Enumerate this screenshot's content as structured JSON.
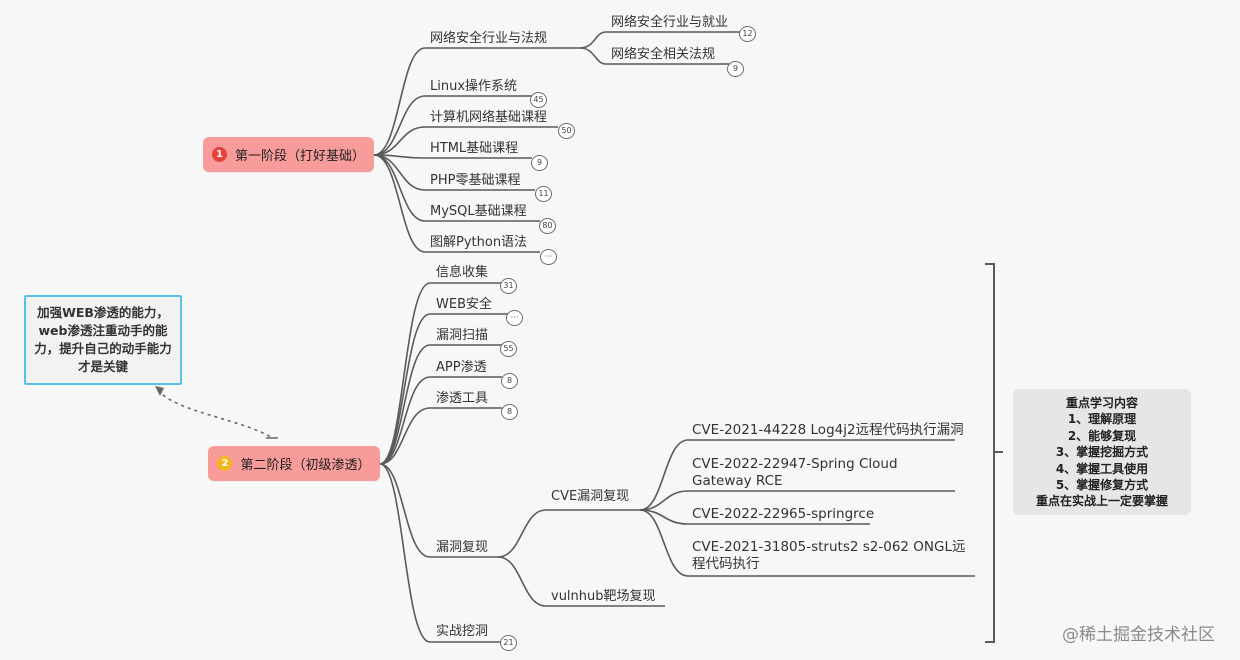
{
  "stage1": {
    "badge": "1",
    "label": "第一阶段（打好基础）",
    "topics": [
      {
        "label": "网络安全行业与法规",
        "subtopics": [
          {
            "label": "网络安全行业与就业",
            "count": "12"
          },
          {
            "label": "网络安全相关法规",
            "count": "9"
          }
        ]
      },
      {
        "label": "Linux操作系统",
        "count": "45"
      },
      {
        "label": "计算机网络基础课程",
        "count": "50"
      },
      {
        "label": "HTML基础课程",
        "count": "9"
      },
      {
        "label": "PHP零基础课程",
        "count": "11"
      },
      {
        "label": "MySQL基础课程",
        "count": "80"
      },
      {
        "label": "图解Python语法",
        "count": "···"
      }
    ]
  },
  "stage2": {
    "badge": "2",
    "label": "第二阶段（初级渗透）",
    "topics": [
      {
        "label": "信息收集",
        "count": "31"
      },
      {
        "label": "WEB安全",
        "count": "···"
      },
      {
        "label": "漏洞扫描",
        "count": "55"
      },
      {
        "label": "APP渗透",
        "count": "8"
      },
      {
        "label": "渗透工具",
        "count": "8"
      },
      {
        "label": "漏洞复现"
      },
      {
        "label": "实战挖洞",
        "count": "21"
      }
    ],
    "reproduction": {
      "cve_group": "CVE漏洞复现",
      "vulnhub": "vulnhub靶场复现",
      "cves": [
        "CVE-2021-44228 Log4j2远程代码执行漏洞",
        "CVE-2022-22947-Spring Cloud Gateway RCE",
        "CVE-2022-22965-springrce",
        "CVE-2021-31805-struts2 s2-062 ONGL远程代码执行"
      ]
    }
  },
  "callout": "加强WEB渗透的能力，web渗透注重动手的能力，提升自己的动手能力才是关键",
  "summary": {
    "title": "重点学习内容",
    "items": [
      "1、理解原理",
      "2、能够复现",
      "3、掌握挖掘方式",
      "4、掌握工具使用",
      "5、掌握修复方式"
    ],
    "footer": "重点在实战上一定要掌握"
  },
  "watermark": "@稀土掘金技术社区",
  "colors": {
    "stage_fill": "#f79b9b",
    "stage1_badge": "#e8413b",
    "stage2_badge": "#f3b51c",
    "callout_border": "#5bc0ea",
    "summary_fill": "#e6e6e6",
    "line": "#5a5a5a"
  }
}
